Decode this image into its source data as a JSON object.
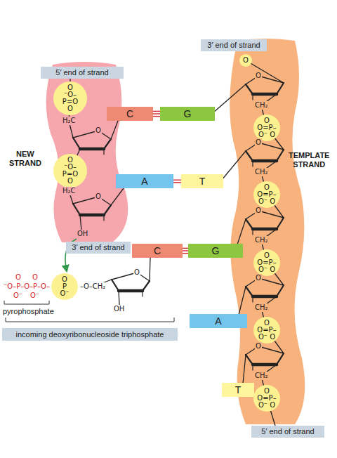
{
  "diagram": {
    "nodes": [
      {
        "text": [
          "5′ end of strand"
        ]
      },
      {
        "text": [
          "3′ end of strand"
        ]
      },
      {
        "text": [
          "O"
        ]
      },
      {
        "text": [
          "O ⁻O–P=O O"
        ]
      },
      {
        "text": [
          "C"
        ]
      },
      {
        "text": [
          "G"
        ]
      },
      {
        "text": [
          "O O=P–O⁻ O"
        ]
      },
      {
        "text": [
          "O ⁻O–P=O O"
        ]
      },
      {
        "text": [
          "A"
        ]
      },
      {
        "text": [
          "T"
        ]
      },
      {
        "text": [
          "O O=P–O⁻ O"
        ]
      },
      {
        "text": [
          "3′ end of strand"
        ]
      },
      {
        "text": [
          "C"
        ]
      },
      {
        "text": [
          "G"
        ]
      },
      {
        "text": [
          "O O=P–O⁻ O"
        ]
      },
      {
        "text": [
          "O P O⁻"
        ]
      },
      {
        "text": [
          "A"
        ]
      },
      {
        "text": [
          "O O=P–O⁻ O"
        ]
      },
      {
        "text": [
          "incoming deoxyribonucleoside triphosphate"
        ]
      },
      {
        "text": [
          "T"
        ]
      },
      {
        "text": [
          "O O=P–O⁻ O"
        ]
      },
      {
        "text": [
          "5′ end of strand"
        ]
      }
    ],
    "edges": [
      {
        "from": 4,
        "to": 5,
        "arrow": "none"
      },
      {
        "from": 8,
        "to": 9,
        "arrow": "none"
      },
      {
        "from": 12,
        "to": 13,
        "arrow": "none"
      }
    ],
    "labels": [
      "NEW STRAND",
      "TEMPLATE STRAND",
      "pyrophosphate",
      "H₂C",
      "H₂C",
      "OH",
      "OH",
      "–O–CH₂",
      "⁻O–P–O–P–O–",
      "O",
      "O",
      "O⁻",
      "O⁻",
      "O",
      "O",
      "O",
      "O",
      "O",
      "O",
      "O",
      "O",
      "CH₂",
      "CH₂",
      "CH₂",
      "CH₂",
      "CH₂"
    ]
  }
}
